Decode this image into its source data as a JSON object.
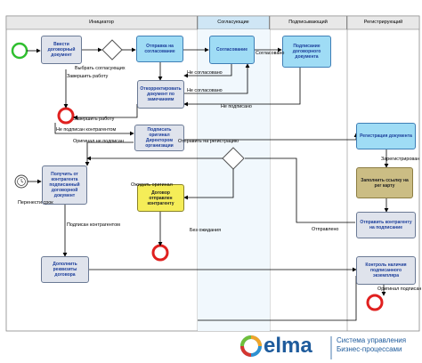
{
  "lanes": {
    "initiator": "Инициатор",
    "approver": "Согласующие",
    "signer": "Подписывающий",
    "registrar": "Регистрирующий"
  },
  "tasks": {
    "send_doc": "Ввести договорный документ",
    "send_approval": "Отправка на согласование",
    "approval": "Согласование",
    "sign_doc": "Подписание договорного документа",
    "fix_doc": "Откорректировать документ по замечаниям",
    "sign_original": "Подписать оригинал Директором организации",
    "register_doc": "Регистрация документа",
    "fill_link": "Заполнить ссылку на рег карту",
    "get_original": "Получить от контрагента подписанный договорной документ",
    "contract_sent": "Договор отправлен контрагенту",
    "send_to_counterparty": "Отправить контрагенту на подписание",
    "fill_details": "Дополнить реквизиты договора",
    "check_copy": "Контроль наличия подписанного экземпляра"
  },
  "flow_labels": {
    "choose_approvers": "Выбрать согласующих",
    "finish_work_1": "Завершить работу",
    "not_approved_1": "Не согласовано",
    "approved": "Согласовано",
    "not_approved_2": "Не согласовано",
    "not_signed": "Не подписано",
    "finish_work_2": "Завершить работу",
    "not_signed_by_cp": "Не подписан контрагентом",
    "original_not_signed": "Оригинал не подписан",
    "send_for_reg": "Отправить на регистрацию",
    "registered": "Зарегистрирован",
    "wait_original": "Ожидать оригинал",
    "postpone": "Перенести срок",
    "signed_by_cp": "Подписан контрагентом",
    "no_wait": "Без ожидания",
    "sent": "Отправлено",
    "original_signed": "Оригинал подписан"
  },
  "brand": {
    "logo": "elma",
    "line1": "Система управления",
    "line2": "Бизнес-процессами"
  },
  "colors": {
    "task_default": "#dfe3ec",
    "task_blue": "#9fdcf5",
    "task_yellow": "#f5ed58",
    "task_tan": "#cbbd84",
    "start": "#2fbf2f",
    "end": "#e0201f",
    "brand_blue": "#1e5b9c"
  }
}
